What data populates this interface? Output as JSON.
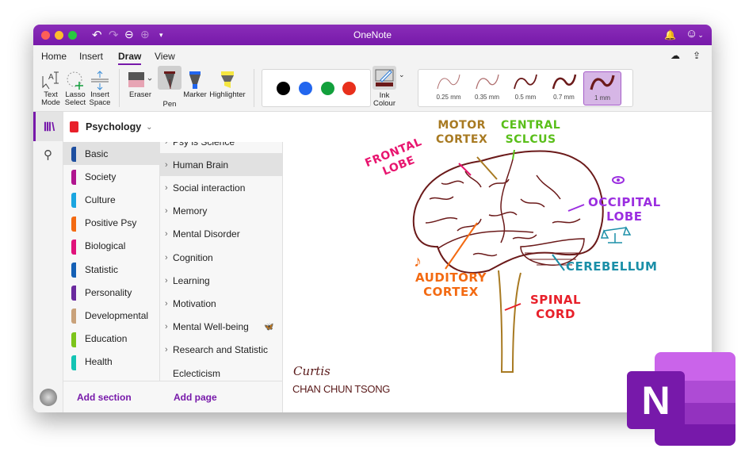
{
  "window": {
    "title": "OneNote"
  },
  "ribbon": {
    "tabs": [
      "Home",
      "Insert",
      "Draw",
      "View"
    ],
    "active_tab": "Draw",
    "tools": {
      "text_mode": [
        "Text",
        "Mode"
      ],
      "lasso_select": [
        "Lasso",
        "Select"
      ],
      "insert_space": [
        "Insert",
        "Space"
      ],
      "eraser": "Eraser",
      "pen": "Pen",
      "marker": "Marker",
      "highlighter": "Highlighter",
      "ink_colour": [
        "Ink",
        "Colour"
      ]
    },
    "pen_colors": [
      "#000000",
      "#2266ee",
      "#12a03c",
      "#e8301c"
    ],
    "ink_colour_value": "#6b1a1a",
    "thicknesses": [
      "0.25 mm",
      "0.35 mm",
      "0.5 mm",
      "0.7 mm",
      "1 mm"
    ],
    "selected_thickness": "1 mm"
  },
  "notebook": {
    "name": "Psychology",
    "sections": [
      {
        "label": "Basic",
        "color": "#1e4fa0"
      },
      {
        "label": "Society",
        "color": "#b0158f"
      },
      {
        "label": "Culture",
        "color": "#1aa5e0"
      },
      {
        "label": "Positive Psy",
        "color": "#f36a12"
      },
      {
        "label": "Biological",
        "color": "#e0127a"
      },
      {
        "label": "Statistic",
        "color": "#1560b5"
      },
      {
        "label": "Personality",
        "color": "#6a2a9e"
      },
      {
        "label": "Developmental",
        "color": "#c9a27a"
      },
      {
        "label": "Education",
        "color": "#7cc41a"
      },
      {
        "label": "Health",
        "color": "#14c4b4"
      }
    ],
    "selected_section": "Basic",
    "pages": [
      {
        "label": "Psy is Science"
      },
      {
        "label": "Human Brain"
      },
      {
        "label": "Social interaction"
      },
      {
        "label": "Memory"
      },
      {
        "label": "Mental Disorder"
      },
      {
        "label": "Cognition"
      },
      {
        "label": "Learning"
      },
      {
        "label": "Motivation"
      },
      {
        "label": "Mental Well-being"
      },
      {
        "label": "Research and Statistic"
      },
      {
        "label": "Eclecticism"
      }
    ],
    "selected_page": "Human Brain",
    "add_section": "Add section",
    "add_page": "Add page"
  },
  "canvas": {
    "labels": {
      "motor_cortex": "MOTOR\nCORTEX",
      "central_sulcus": "CENTRAL\nSCLCUS",
      "frontal_lobe": "FRONTAL\nLOBE",
      "occipital_lobe": "OCCIPITAL\nLOBE",
      "cerebellum": "CEREBELLUM",
      "auditory_cortex": "AUDITORY\nCORTEX",
      "spinal_cord": "SPINAL\nCORD"
    },
    "signature_name": "Curtis",
    "signature_full": "CHAN CHUN TSONG"
  },
  "logo": {
    "letter": "N"
  }
}
